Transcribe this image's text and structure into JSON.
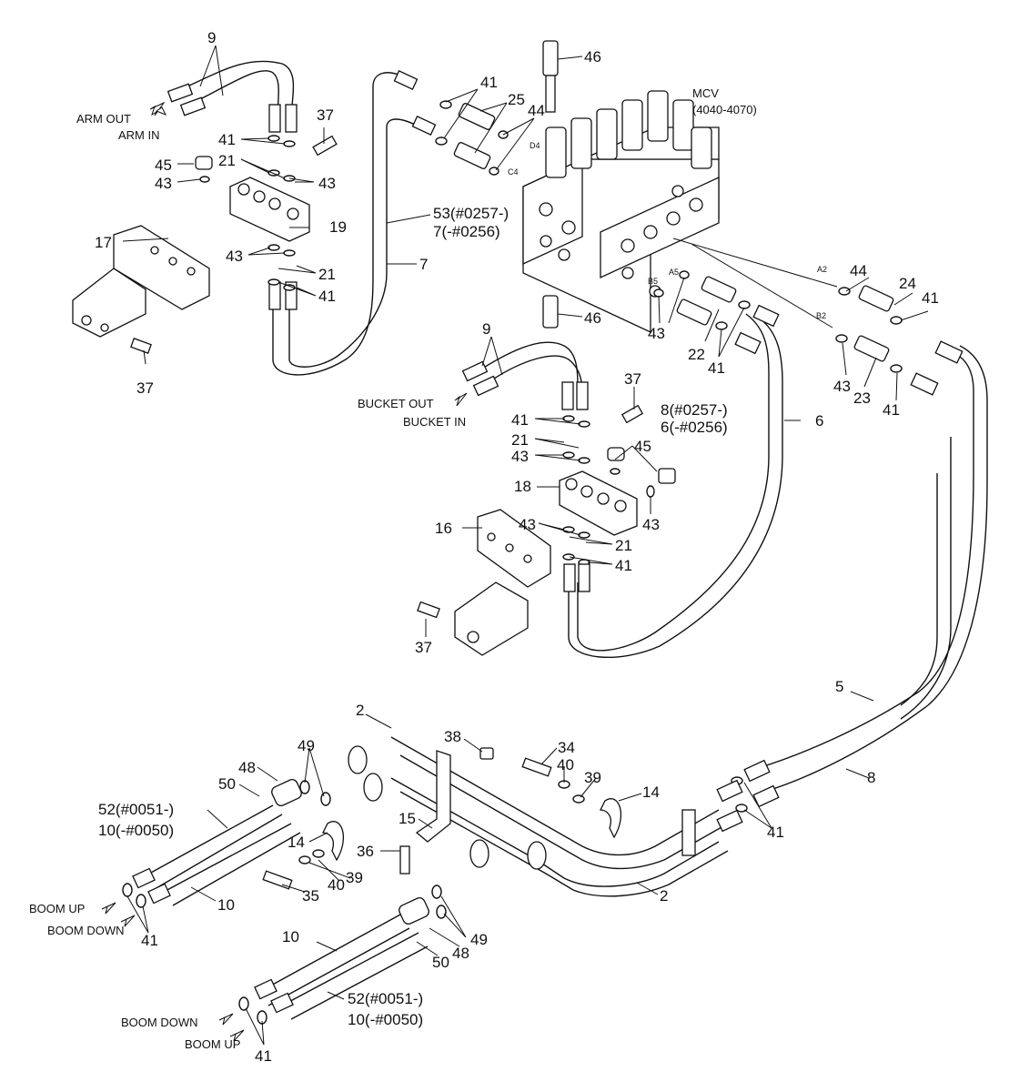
{
  "callouts": {
    "p9_top": "9",
    "p37_a": "37",
    "p41_a": "41",
    "p21_a": "21",
    "p45_a": "45",
    "p43_a": "43",
    "p43_b": "43",
    "p19": "19",
    "p17": "17",
    "p43_c": "43",
    "p21_b": "21",
    "p41_b": "41",
    "p37_b": "37",
    "p53": "53(#0257-)",
    "p7a": "7(-#0256)",
    "p7": "7",
    "p41_c": "41",
    "p25": "25",
    "p44_a": "44",
    "p46_top": "46",
    "p46_bot": "46",
    "p43_d": "43",
    "p22": "22",
    "p41_d": "41",
    "p44_b": "44",
    "p24": "24",
    "p41_e": "41",
    "p43_e": "43",
    "p23": "23",
    "p41_f": "41",
    "p9_mid": "9",
    "p37_c": "37",
    "p8a": "8(#0257-)",
    "p6a": "6(-#0256)",
    "p6": "6",
    "p41_g": "41",
    "p21_c": "21",
    "p43_f": "43",
    "p45_b": "45",
    "p18": "18",
    "p43_g": "43",
    "p43_h": "43",
    "p16": "16",
    "p21_d": "21",
    "p41_h": "41",
    "p37_d": "37",
    "p5": "5",
    "p2_top": "2",
    "p38": "38",
    "p34": "34",
    "p49_a": "49",
    "p48_a": "48",
    "p40_a": "40",
    "p39_a": "39",
    "p50_a": "50",
    "p14_a": "14",
    "p8": "8",
    "p52_a": "52(#0051-)",
    "p10_a": "10(-#0050)",
    "p15": "15",
    "p41_i": "41",
    "p14_b": "14",
    "p36": "36",
    "p40_b": "40",
    "p39_b": "39",
    "p35": "35",
    "p10_b": "10",
    "p2_bot": "2",
    "p41_j": "41",
    "p49_b": "49",
    "p10_c": "10",
    "p50_b": "50",
    "p48_b": "48",
    "p52_b": "52(#0051-)",
    "p10_d": "10(-#0050)",
    "p41_k": "41"
  },
  "ports": {
    "D4": "D4",
    "C4": "C4",
    "B5": "B5",
    "A5": "A5",
    "A2": "A2",
    "B2": "B2"
  },
  "text_labels": {
    "mcv": "MCV",
    "mcv_range": "(4040-4070)",
    "arm_out": "ARM OUT",
    "arm_in": "ARM IN",
    "bucket_out": "BUCKET OUT",
    "bucket_in": "BUCKET IN",
    "boom_up_1": "BOOM UP",
    "boom_down_1": "BOOM DOWN",
    "boom_down_2": "BOOM DOWN",
    "boom_up_2": "BOOM UP"
  }
}
